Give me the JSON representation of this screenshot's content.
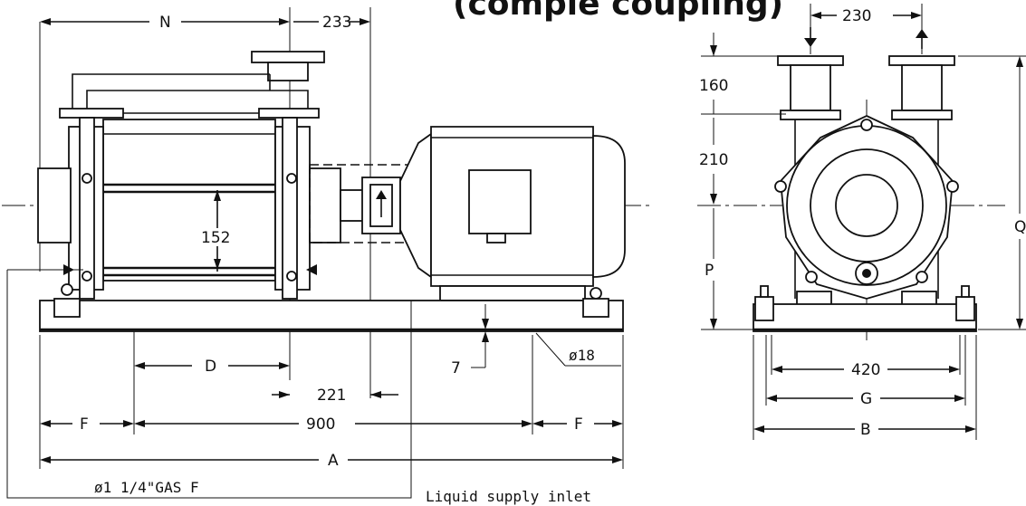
{
  "title_fragment": "(comple   coupling)",
  "dimensions": {
    "N": "N",
    "d233": "233",
    "d230": "230",
    "d160": "160",
    "d210": "210",
    "Q": "Q",
    "P": "P",
    "d152": "152",
    "D": "D",
    "d221": "221",
    "d7": "7",
    "d18": "ø18",
    "d420": "420",
    "G": "G",
    "B": "B",
    "F_left": "F",
    "d900": "900",
    "F_right": "F",
    "A": "A"
  },
  "notes": {
    "gas_connection": "ø1  1/4\"GAS F",
    "liquid_inlet": "Liquid supply inlet"
  }
}
